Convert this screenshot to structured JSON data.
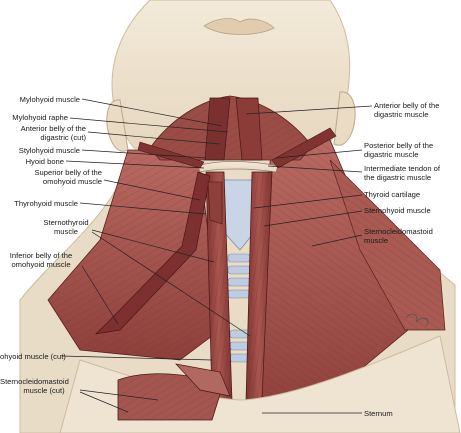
{
  "figure": {
    "labels_left": [
      {
        "id": "mylohyoid-muscle",
        "text": "Mylohyoid muscle"
      },
      {
        "id": "mylohyoid-raphe",
        "text": "Mylohyoid raphe"
      },
      {
        "id": "anterior-belly-digastric-cut-1",
        "text": "Anterior belly of the"
      },
      {
        "id": "anterior-belly-digastric-cut-2",
        "text": "digastric (cut)"
      },
      {
        "id": "stylohyoid-muscle",
        "text": "Stylohyoid muscle"
      },
      {
        "id": "hyoid-bone",
        "text": "Hyoid bone"
      },
      {
        "id": "superior-belly-omohyoid-1",
        "text": "Superior belly of the"
      },
      {
        "id": "superior-belly-omohyoid-2",
        "text": "omohyoid muscle"
      },
      {
        "id": "thyrohyoid-muscle",
        "text": "Thyrohyoid muscle"
      },
      {
        "id": "sternothyroid-1",
        "text": "Sternothyroid"
      },
      {
        "id": "sternothyroid-2",
        "text": "muscle"
      },
      {
        "id": "inferior-belly-omohyoid-1",
        "text": "Inferior belly of the"
      },
      {
        "id": "inferior-belly-omohyoid-2",
        "text": "omohyoid muscle"
      },
      {
        "id": "sternohyoid-cut",
        "text": "ohyoid muscle (cut)"
      },
      {
        "id": "sternocleidomastoid-cut-1",
        "text": "Sternocleidomastoid"
      },
      {
        "id": "sternocleidomastoid-cut-2",
        "text": "muscle (cut)"
      }
    ],
    "labels_right": [
      {
        "id": "anterior-belly-digastric-1",
        "text": "Anterior belly of the"
      },
      {
        "id": "anterior-belly-digastric-2",
        "text": "digastric muscle"
      },
      {
        "id": "posterior-belly-digastric-1",
        "text": "Posterior belly of the"
      },
      {
        "id": "posterior-belly-digastric-2",
        "text": "digastric muscle"
      },
      {
        "id": "intermediate-tendon-1",
        "text": "Intermediate tendon of"
      },
      {
        "id": "intermediate-tendon-2",
        "text": "the digastric muscle"
      },
      {
        "id": "thyroid-cartilage",
        "text": "Thyroid cartilage"
      },
      {
        "id": "sternohyoid-muscle",
        "text": "Sternohyoid muscle"
      },
      {
        "id": "sternocleidomastoid-1",
        "text": "Sternocleidomastoid"
      },
      {
        "id": "sternocleidomastoid-2",
        "text": "muscle"
      },
      {
        "id": "sternum",
        "text": "Sternum"
      }
    ],
    "colors": {
      "muscle": "#9b4a46",
      "muscle_dark": "#6e2a29",
      "muscle_light": "#c07a70",
      "skin": "#f1e7d6",
      "skin_shadow": "#d8c6ad",
      "cartilage": "#b9c7dc",
      "bone": "#f4f1e8",
      "leader": "#222222"
    }
  }
}
